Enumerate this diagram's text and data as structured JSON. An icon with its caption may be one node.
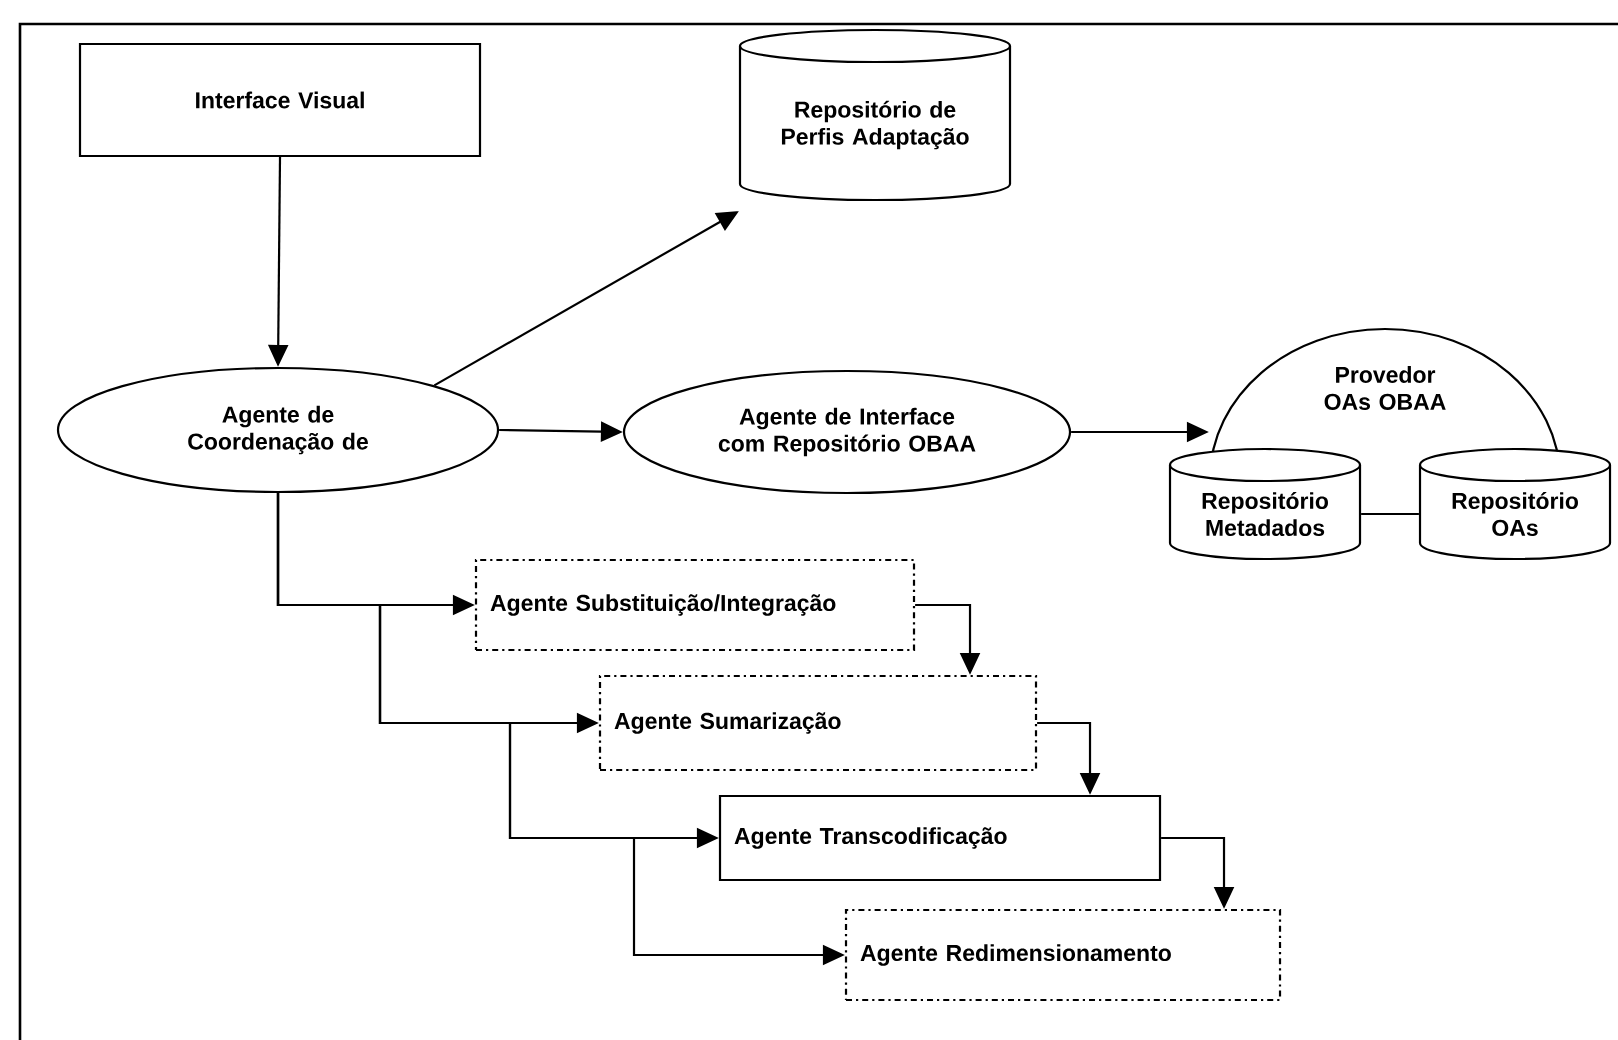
{
  "diagram": {
    "nodes": [
      {
        "text": [
          "Interface Visual"
        ]
      },
      {
        "text": [
          "Repositório de Perfis Adaptação"
        ]
      },
      {
        "text": [
          "Agente de Coordenação de"
        ]
      },
      {
        "text": [
          "Agente de Interface com Repositório OBAA"
        ]
      },
      {
        "text": [
          "Provedor OAs OBAA"
        ]
      },
      {
        "text": [
          "Repositório Metadados"
        ]
      },
      {
        "text": [
          "Repositório OAs"
        ]
      },
      {
        "text": [
          "Agente Substituição/Integração"
        ]
      },
      {
        "text": [
          "Agente Sumarização"
        ]
      },
      {
        "text": [
          "Agente Transcodificação"
        ]
      },
      {
        "text": [
          "Agente Redimensionamento"
        ]
      }
    ],
    "edges": [
      {
        "from": 0,
        "to": 2,
        "arrow": "to"
      },
      {
        "from": 2,
        "to": 1,
        "arrow": "to"
      },
      {
        "from": 2,
        "to": 3,
        "arrow": "to"
      },
      {
        "from": 3,
        "to": 4,
        "arrow": "to"
      },
      {
        "from": 5,
        "to": 6,
        "arrow": "none"
      },
      {
        "from": 2,
        "to": 7,
        "arrow": "to"
      },
      {
        "from": 2,
        "to": 8,
        "arrow": "to"
      },
      {
        "from": 2,
        "to": 9,
        "arrow": "to"
      },
      {
        "from": 2,
        "to": 10,
        "arrow": "to"
      },
      {
        "from": 7,
        "to": 8,
        "arrow": "to"
      },
      {
        "from": 8,
        "to": 9,
        "arrow": "to"
      },
      {
        "from": 9,
        "to": 10,
        "arrow": "to"
      }
    ]
  }
}
